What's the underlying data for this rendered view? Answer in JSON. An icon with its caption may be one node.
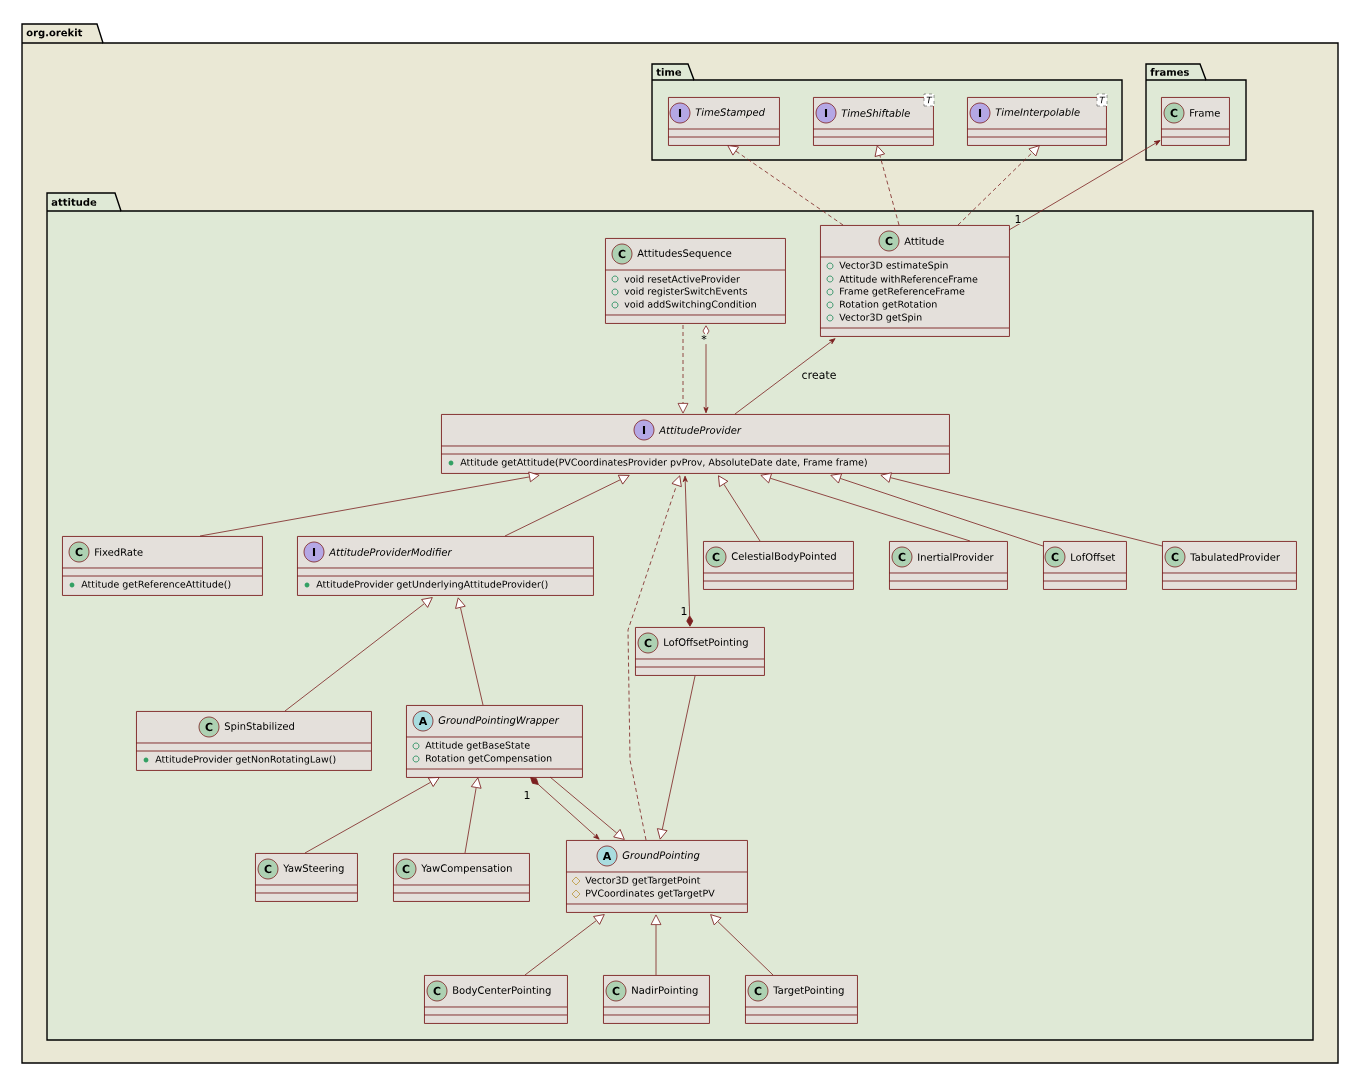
{
  "diagram": {
    "nodes": [
      {
        "text": [
          "org.orekit"
        ]
      },
      {
        "text": [
          "time"
        ],
        "in": 0
      },
      {
        "text": [
          "frames"
        ],
        "in": 0
      },
      {
        "text": [
          "I",
          "TimeStamped"
        ],
        "in": 1
      },
      {
        "text": [
          "I",
          "TimeShiftable",
          "T"
        ],
        "in": 1
      },
      {
        "text": [
          "I",
          "TimeInterpolable",
          "T"
        ],
        "in": 1
      },
      {
        "text": [
          "C",
          "Frame"
        ],
        "in": 2
      },
      {
        "text": [
          "attitude"
        ],
        "in": 0
      },
      {
        "text": [
          "C",
          "AttitudesSequence",
          "void resetActiveProvider",
          "void registerSwitchEvents",
          "void addSwitchingCondition"
        ],
        "in": 7
      },
      {
        "text": [
          "C",
          "Attitude",
          "Vector3D estimateSpin",
          "Attitude withReferenceFrame",
          "Frame getReferenceFrame",
          "Rotation getRotation",
          "Vector3D getSpin"
        ],
        "in": 7
      },
      {
        "text": [
          "I",
          "AttitudeProvider",
          "Attitude getAttitude(PVCoordinatesProvider pvProv, AbsoluteDate date, Frame frame)"
        ],
        "in": 7
      },
      {
        "text": [
          "C",
          "FixedRate",
          "Attitude getReferenceAttitude()"
        ],
        "in": 7
      },
      {
        "text": [
          "I",
          "AttitudeProviderModifier",
          "AttitudeProvider getUnderlyingAttitudeProvider()"
        ],
        "in": 7
      },
      {
        "text": [
          "C",
          "CelestialBodyPointed"
        ],
        "in": 7
      },
      {
        "text": [
          "C",
          "InertialProvider"
        ],
        "in": 7
      },
      {
        "text": [
          "C",
          "LofOffset"
        ],
        "in": 7
      },
      {
        "text": [
          "C",
          "TabulatedProvider"
        ],
        "in": 7
      },
      {
        "text": [
          "C",
          "LofOffsetPointing"
        ],
        "in": 7
      },
      {
        "text": [
          "C",
          "SpinStabilized",
          "AttitudeProvider getNonRotatingLaw()"
        ],
        "in": 7
      },
      {
        "text": [
          "A",
          "GroundPointingWrapper",
          "Attitude getBaseState",
          "Rotation getCompensation"
        ],
        "in": 7
      },
      {
        "text": [
          "C",
          "YawSteering"
        ],
        "in": 7
      },
      {
        "text": [
          "C",
          "YawCompensation"
        ],
        "in": 7
      },
      {
        "text": [
          "A",
          "GroundPointing",
          "Vector3D getTargetPoint",
          "PVCoordinates getTargetPV"
        ],
        "in": 7
      },
      {
        "text": [
          "C",
          "BodyCenterPointing"
        ],
        "in": 7
      },
      {
        "text": [
          "C",
          "NadirPointing"
        ],
        "in": 7
      },
      {
        "text": [
          "C",
          "TargetPointing"
        ],
        "in": 7
      }
    ],
    "edges": [
      {
        "from": 9,
        "to": 3,
        "arrow": "to",
        "style": "dashed"
      },
      {
        "from": 9,
        "to": 4,
        "arrow": "to",
        "style": "dashed"
      },
      {
        "from": 9,
        "to": 5,
        "arrow": "to",
        "style": "dashed"
      },
      {
        "from": 9,
        "to": 6,
        "arrow": "to",
        "label": "1"
      },
      {
        "from": 8,
        "to": 10,
        "arrow": "to",
        "style": "dashed"
      },
      {
        "from": 8,
        "to": 10,
        "arrow": "to",
        "label": "*"
      },
      {
        "from": 10,
        "to": 9,
        "arrow": "to",
        "label": "create"
      },
      {
        "from": 11,
        "to": 10,
        "arrow": "to"
      },
      {
        "from": 12,
        "to": 10,
        "arrow": "to"
      },
      {
        "from": 22,
        "to": 10,
        "arrow": "to",
        "style": "dashed"
      },
      {
        "from": 17,
        "to": 10,
        "arrow": "to",
        "label": "1"
      },
      {
        "from": 13,
        "to": 10,
        "arrow": "to"
      },
      {
        "from": 14,
        "to": 10,
        "arrow": "to"
      },
      {
        "from": 15,
        "to": 10,
        "arrow": "to"
      },
      {
        "from": 16,
        "to": 10,
        "arrow": "to"
      },
      {
        "from": 18,
        "to": 12,
        "arrow": "to"
      },
      {
        "from": 19,
        "to": 12,
        "arrow": "to"
      },
      {
        "from": 17,
        "to": 22,
        "arrow": "to"
      },
      {
        "from": 20,
        "to": 19,
        "arrow": "to"
      },
      {
        "from": 21,
        "to": 19,
        "arrow": "to"
      },
      {
        "from": 19,
        "to": 22,
        "arrow": "to",
        "label": "1"
      },
      {
        "from": 19,
        "to": 22,
        "arrow": "to"
      },
      {
        "from": 23,
        "to": 22,
        "arrow": "to"
      },
      {
        "from": 24,
        "to": 22,
        "arrow": "to"
      },
      {
        "from": 25,
        "to": 22,
        "arrow": "to"
      }
    ]
  }
}
